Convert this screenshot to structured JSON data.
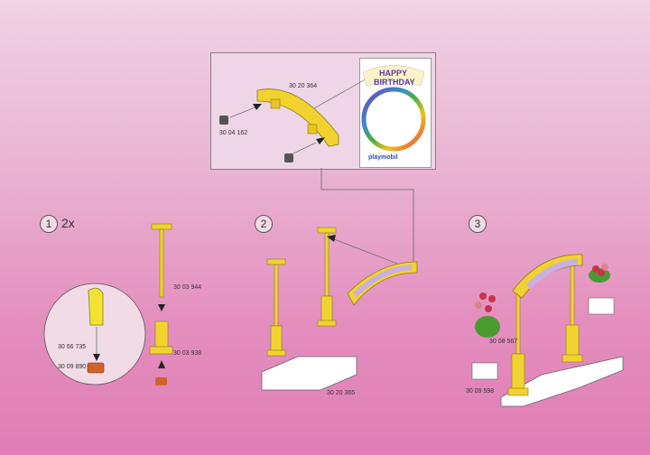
{
  "inset": {
    "arch_part": "30 20 364",
    "clip_part": "30 04 162",
    "sticker": {
      "line1": "HAPPY",
      "line2": "BIRTHDAY",
      "brand": "playmobil"
    }
  },
  "step1": {
    "number": "1",
    "multiplier": "2x",
    "parts": {
      "pole": "30 03 944",
      "base": "30 03 938",
      "lamp": "30 66 735",
      "lamp_base": "30 09 890"
    }
  },
  "step2": {
    "number": "2",
    "parts": {
      "platform": "30 20 365"
    }
  },
  "step3": {
    "number": "3",
    "parts": {
      "flowers": "30 08 567",
      "planter": "30 09 598"
    }
  },
  "colors": {
    "yellow": "#f2d22e",
    "orange": "#d2622a",
    "green": "#4a9a30",
    "flower": "#c8344a"
  }
}
